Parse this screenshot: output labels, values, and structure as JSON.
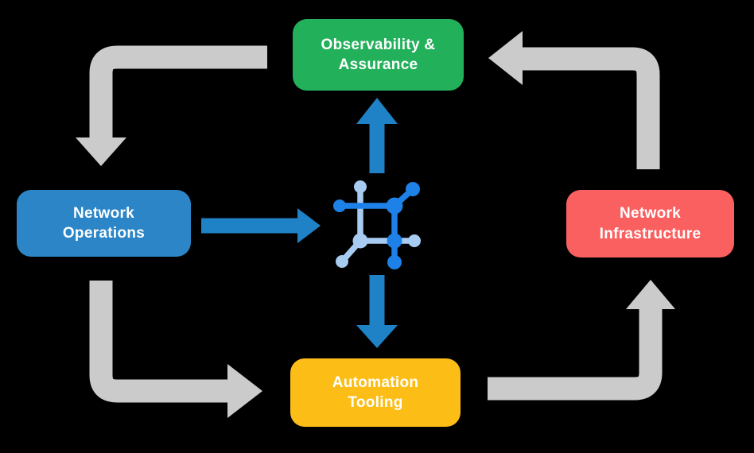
{
  "background": "#000000",
  "nodes": {
    "observability": {
      "line1": "Observability &",
      "line2": "Assurance",
      "color": "#22B05A"
    },
    "operations": {
      "line1": "Network",
      "line2": "Operations",
      "color": "#2B85C6"
    },
    "infrastructure": {
      "line1": "Network",
      "line2": "Infrastructure",
      "color": "#FB6060"
    },
    "automation": {
      "line1": "Automation",
      "line2": "Tooling",
      "color": "#FCBD17"
    }
  },
  "center_icon": {
    "name": "network-mesh-icon",
    "dark_blue": "#1E81E8",
    "light_blue": "#A7CBF1"
  },
  "arrows": {
    "gray_color": "#CBCBCB",
    "blue_color": "#1F82C6",
    "flows": [
      {
        "from": "Observability & Assurance",
        "to": "Network Operations",
        "style": "gray-cycle"
      },
      {
        "from": "Network Operations",
        "to": "Automation Tooling",
        "style": "gray-cycle"
      },
      {
        "from": "Automation Tooling",
        "to": "Network Infrastructure",
        "style": "gray-cycle"
      },
      {
        "from": "Network Infrastructure",
        "to": "Observability & Assurance",
        "style": "gray-cycle"
      },
      {
        "from": "Network Operations",
        "to": "center-icon",
        "style": "blue"
      },
      {
        "from": "center-icon",
        "to": "Observability & Assurance",
        "style": "blue"
      },
      {
        "from": "center-icon",
        "to": "Automation Tooling",
        "style": "blue"
      }
    ]
  }
}
